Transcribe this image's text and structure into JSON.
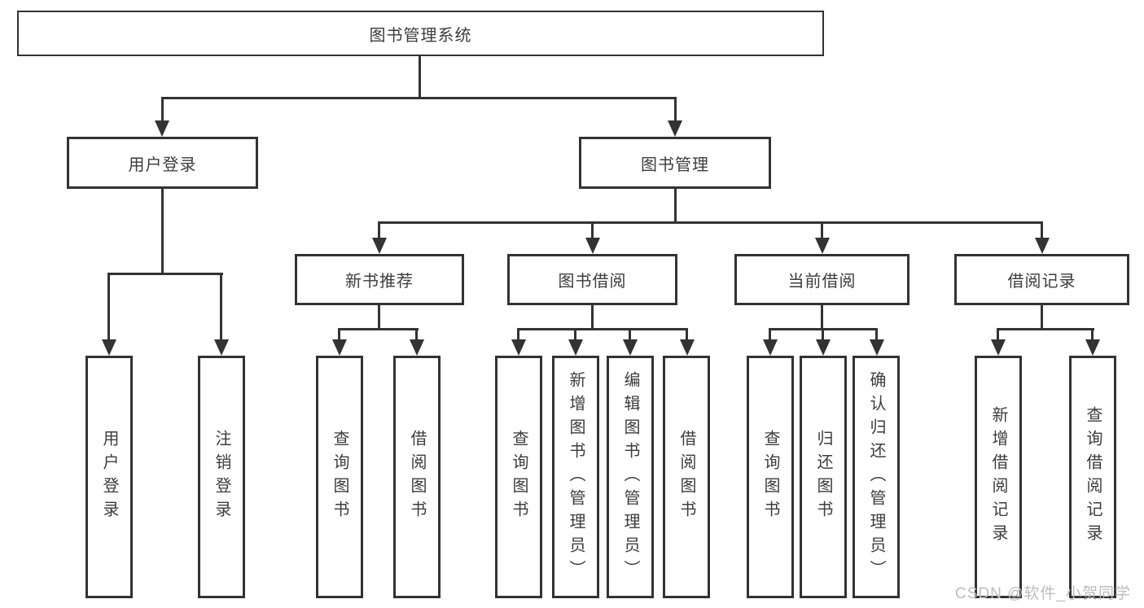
{
  "diagram": {
    "root": {
      "label": "图书管理系统"
    },
    "branches": [
      {
        "label": "用户登录",
        "children": [
          "用户登录",
          "注销登录"
        ]
      },
      {
        "label": "图书管理",
        "children": [
          {
            "label": "新书推荐",
            "children": [
              "查询图书",
              "借阅图书"
            ]
          },
          {
            "label": "图书借阅",
            "children": [
              "查询图书",
              "新增图书（管理员）",
              "编辑图书（管理员）",
              "借阅图书"
            ]
          },
          {
            "label": "当前借阅",
            "children": [
              "查询图书",
              "归还图书",
              "确认归还（管理员）"
            ]
          },
          {
            "label": "借阅记录",
            "children": [
              "新增借阅记录",
              "查询借阅记录"
            ]
          }
        ]
      }
    ],
    "colors": {
      "line": "#333333",
      "text": "#3d3d3d",
      "background": "#ffffff",
      "watermark": "#bdbdbd"
    }
  },
  "watermark": {
    "text": "CSDN @软件_小贺同学"
  }
}
